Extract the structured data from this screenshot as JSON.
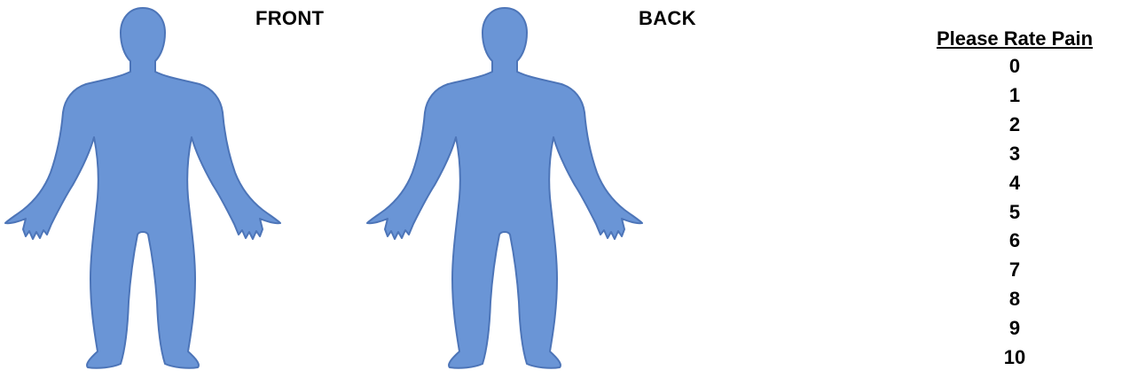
{
  "figures": {
    "front_label": "FRONT",
    "back_label": "BACK",
    "fill_color": "#6a95d6"
  },
  "pain_scale": {
    "title": "Please Rate Pain",
    "options": [
      "0",
      "1",
      "2",
      "3",
      "4",
      "5",
      "6",
      "7",
      "8",
      "9",
      "10"
    ]
  }
}
